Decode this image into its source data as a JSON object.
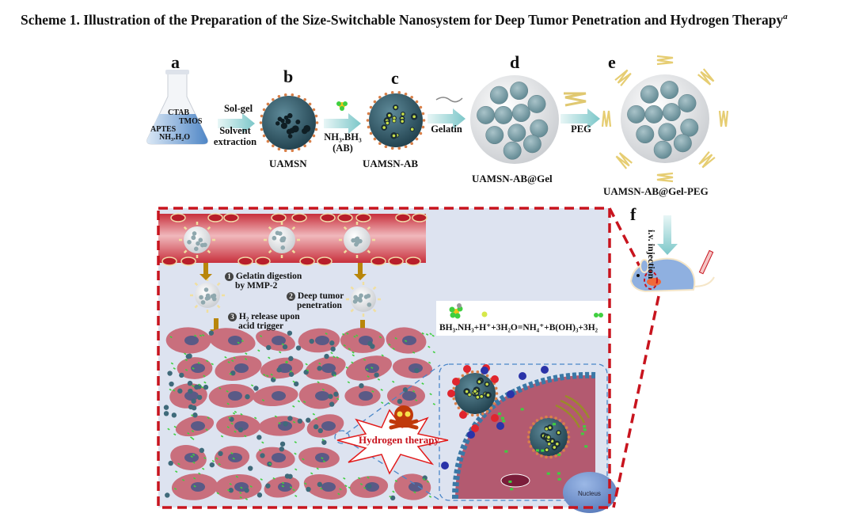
{
  "caption": {
    "text": "Scheme 1. Illustration of the Preparation of the Size-Switchable Nanosystem for Deep Tumor Penetration and Hydrogen Therapy",
    "footnote_marker": "a"
  },
  "panels": {
    "a": {
      "letter": "a",
      "reagents": [
        "CTAB",
        "TMOS",
        "APTES",
        "NH₃.H₂O"
      ]
    },
    "b": {
      "letter": "b",
      "name": "UAMSN"
    },
    "c": {
      "letter": "c",
      "name": "UAMSN-AB"
    },
    "d": {
      "letter": "d",
      "name": "UAMSN-AB@Gel"
    },
    "e": {
      "letter": "e",
      "name": "UAMSN-AB@Gel-PEG"
    },
    "f": {
      "letter": "f",
      "injection_label": "i.v. injection"
    }
  },
  "arrows": {
    "a_to_b": {
      "top": "Sol-gel",
      "bottom_1": "Solvent",
      "bottom_2": "extraction"
    },
    "b_to_c": {
      "bottom_1": "NH₃.BH₃",
      "bottom_2": "(AB)"
    },
    "c_to_d": {
      "label": "Gelatin"
    },
    "d_to_e": {
      "label": "PEG"
    }
  },
  "steps": [
    {
      "num": "1",
      "line1": "Gelatin digestion",
      "line2": "by MMP-2"
    },
    {
      "num": "2",
      "line1": "Deep tumor",
      "line2": "penetration"
    },
    {
      "num": "3",
      "line1": "H₂ release upon",
      "line2": "acid trigger"
    }
  ],
  "equation": "BH₃.NH₃+H⁺+3H₂O=NH₄⁺+B(OH)₃+3H₂",
  "hydrogen_therapy_label": "Hydrogen therapy",
  "nucleus_label": "Nucleus",
  "colors": {
    "frame_red": "#c8141e",
    "vessel": "#d9545e",
    "tissue_bg": "#dde3f0",
    "cell": "#c96f7d",
    "cell_nucleus": "#5a5a86",
    "particle": "#3f6a7a",
    "h2": "#3fcf3f",
    "arrow_teal": "#8fd0d0",
    "peg": "#e8d27a",
    "membrane": "#3b78a6"
  }
}
